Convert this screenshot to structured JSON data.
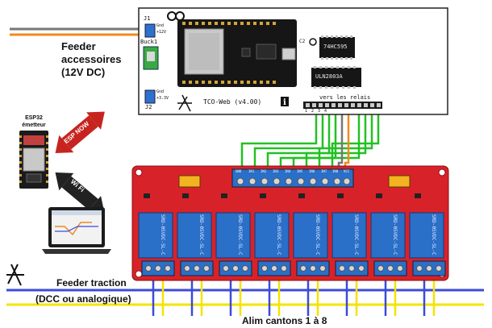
{
  "labels": {
    "feeder_accessoires": "Feeder\naccessoires\n(12V DC)",
    "feeder_traction": "Feeder traction",
    "feeder_traction_sub": "(DCC ou analogique)",
    "alim_cantons": "Alim cantons 1 à 8",
    "esp32_emetteur": "ESP32\németteur",
    "esp_now": "ESP NOW",
    "wifi": "Wi Fi"
  },
  "pcb": {
    "title": "TCO-Web (v4.00)",
    "j1": "J1",
    "j1_pins": [
      "Gnd",
      "+12V"
    ],
    "buck1": "Buck1",
    "j2": "J2",
    "j2_pins": [
      "Gnd",
      "+3.3V"
    ],
    "c2": "C2",
    "ic1": "74HC595",
    "ic2": "ULN2803A",
    "relay_header": "vers les relais",
    "relay_pins": [
      "1",
      "2",
      "3",
      "4"
    ]
  },
  "relay_board": {
    "channels": 8,
    "relay_text": "SRD-05VDC-SL-C",
    "terminals": [
      "GND",
      "IN1",
      "IN2",
      "IN3",
      "IN4",
      "IN5",
      "IN6",
      "IN7",
      "IN8",
      "VCC"
    ]
  },
  "colors": {
    "wire_green": "#22c122",
    "wire_orange": "#f08a1e",
    "wire_gray": "#777777",
    "track_blue": "#3b4bd8",
    "track_yellow": "#f4e400",
    "board_red": "#d8222a",
    "relay_blue": "#2a6fc8"
  }
}
